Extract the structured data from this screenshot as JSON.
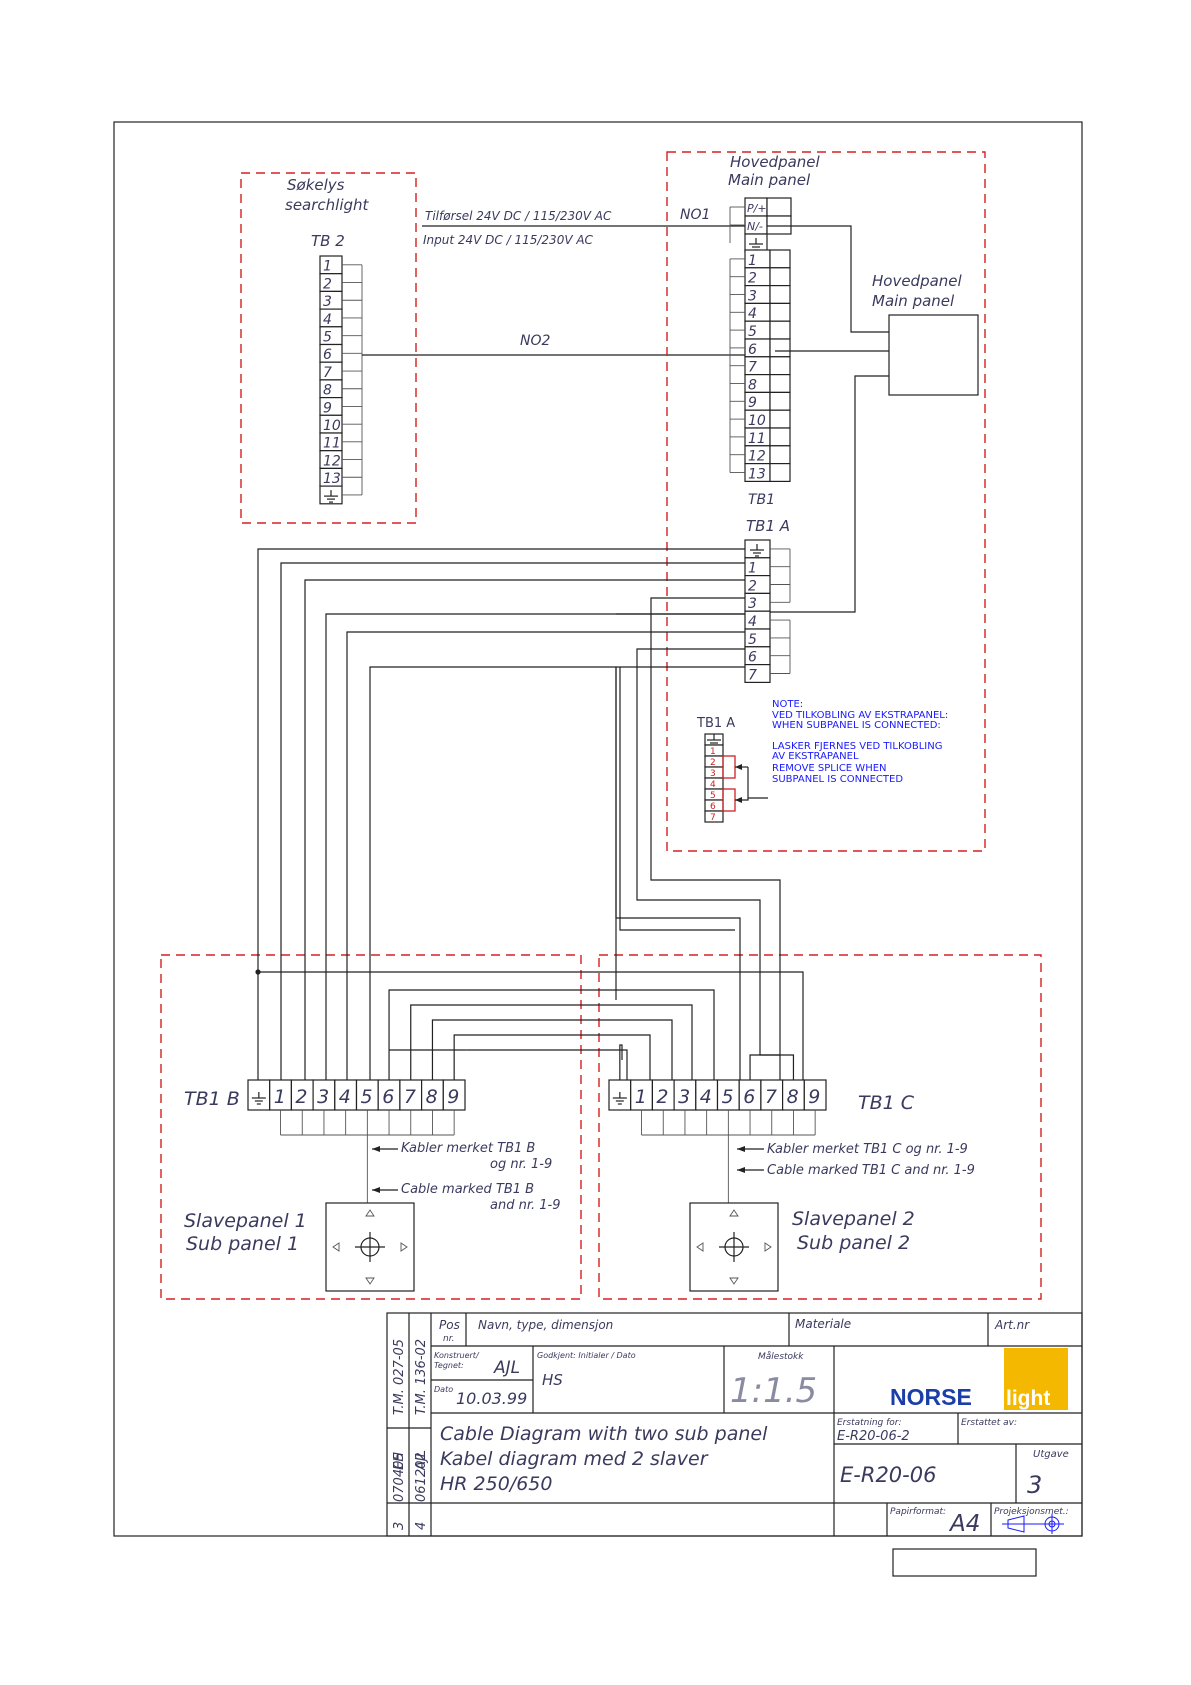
{
  "searchlight": {
    "title_no": "Søkelys",
    "title_en": "searchlight",
    "tb_label": "TB 2",
    "terminals": [
      "1",
      "2",
      "3",
      "4",
      "5",
      "6",
      "7",
      "8",
      "9",
      "10",
      "11",
      "12",
      "13"
    ]
  },
  "supply": {
    "line_no": "Tilførsel 24V DC / 115/230V AC",
    "line_en": "Input 24V DC / 115/230V AC",
    "cable1": "NO1",
    "cable2": "NO2"
  },
  "main_panel": {
    "title_no": "Hovedpanel",
    "title_en": "Main panel",
    "power_terms": [
      "P/+",
      "N/-"
    ],
    "tb1_terms": [
      "1",
      "2",
      "3",
      "4",
      "5",
      "6",
      "7",
      "8",
      "9",
      "10",
      "11",
      "12",
      "13"
    ],
    "tb1_label": "TB1",
    "tb1a_label": "TB1 A",
    "tb1a_terms": [
      "1",
      "2",
      "3",
      "4",
      "5",
      "6",
      "7"
    ]
  },
  "note": {
    "tb_label": "TB1 A",
    "terms": [
      "1",
      "2",
      "3",
      "4",
      "5",
      "6",
      "7"
    ],
    "lines": [
      "NOTE:",
      "VED TILKOBLING AV EKSTRAPANEL:",
      "WHEN SUBPANEL IS CONNECTED:",
      "LASKER FJERNES VED TILKOBLING",
      "AV EKSTRAPANEL",
      "REMOVE SPLICE WHEN",
      "SUBPANEL IS CONNECTED"
    ]
  },
  "sub1": {
    "tb_label": "TB1 B",
    "terms": [
      "1",
      "2",
      "3",
      "4",
      "5",
      "6",
      "7",
      "8",
      "9"
    ],
    "cable_no_1": "Kabler merket TB1 B",
    "cable_no_2": "og nr. 1-9",
    "cable_en_1": "Cable marked TB1 B",
    "cable_en_2": "and nr. 1-9",
    "name_no": "Slavepanel 1",
    "name_en": "Sub panel 1"
  },
  "sub2": {
    "tb_label": "TB1 C",
    "terms": [
      "1",
      "2",
      "3",
      "4",
      "5",
      "6",
      "7",
      "8",
      "9"
    ],
    "cable_no": "Kabler merket TB1 C og nr. 1-9",
    "cable_en": "Cable marked TB1 C and nr. 1-9",
    "name_no": "Slavepanel 2",
    "name_en": "Sub panel 2"
  },
  "title_block": {
    "rev_side": [
      "T.M. 027-05",
      "T.M. 136-02",
      "EH",
      "AJL",
      "070405",
      "061202",
      "3",
      "4"
    ],
    "pos": "Pos",
    "pos_nr": "nr.",
    "name_type": "Navn, type, dimensjon",
    "material": "Materiale",
    "art": "Art.nr",
    "konstr_label": "Konstruert/",
    "tegnet_label": "Tegnet:",
    "drawn_by": "AJL",
    "godkjent_label": "Godkjent: Initialer / Dato",
    "approved_by": "HS",
    "scale_label": "Målestokk",
    "scale": "1:1.5",
    "dato_label": "Dato",
    "date": "10.03.99",
    "logo_a": "NORSE",
    "logo_b": "light",
    "title1": "Cable Diagram with two sub panel",
    "title2": "Kabel diagram med 2 slaver",
    "title3": "HR 250/650",
    "replaces_label": "Erstatning for:",
    "replaces": "E-R20-06-2",
    "replaced_label": "Erstattet av:",
    "drawing_no": "E-R20-06",
    "issue_label": "Utgave",
    "issue": "3",
    "paper_label": "Papirformat:",
    "paper": "A4",
    "proj_label": "Projeksjonsmet.:"
  }
}
